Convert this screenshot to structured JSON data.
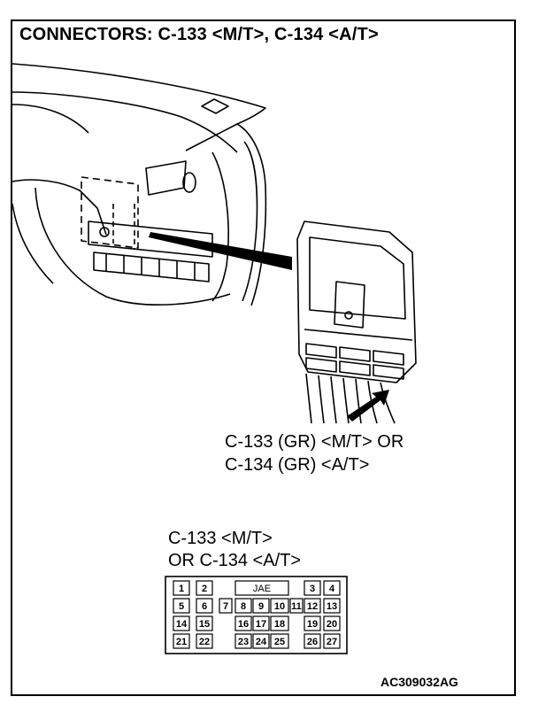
{
  "title": "CONNECTORS: C-133 <M/T>, C-134 <A/T>",
  "callout": {
    "line1": "C-133 (GR) <M/T> OR",
    "line2": "C-134 (GR) <A/T>"
  },
  "connector_face": {
    "label_line1": "C-133 <M/T>",
    "label_line2": "OR C-134 <A/T>",
    "maker": "JAE",
    "row1": [
      "1",
      "2",
      "3",
      "4"
    ],
    "row2": [
      "5",
      "6",
      "7",
      "8",
      "9",
      "10",
      "11",
      "12",
      "13"
    ],
    "row3": [
      "14",
      "15",
      "16",
      "17",
      "18",
      "19",
      "20"
    ],
    "row4": [
      "21",
      "22",
      "23",
      "24",
      "25",
      "26",
      "27"
    ]
  },
  "figure_code": "AC309032AG"
}
